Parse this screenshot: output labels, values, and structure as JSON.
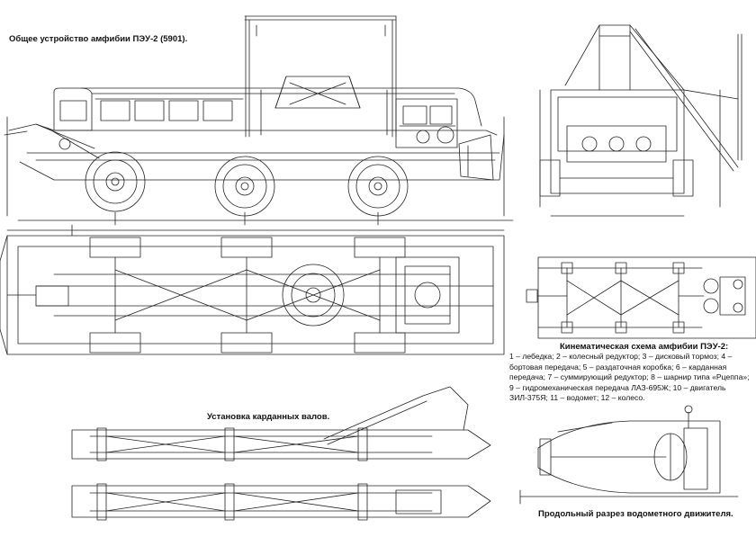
{
  "titles": {
    "general": "Общее устройство амфибии ПЭУ-2 (5901).",
    "kinematic": "Кинематическая схема амфибии ПЭУ-2:",
    "driveshafts": "Установка карданных валов.",
    "waterjet": "Продольный разрез водометного движителя."
  },
  "legend_items": [
    {
      "num": "1",
      "text": "лебедка"
    },
    {
      "num": "2",
      "text": "колесный редуктор"
    },
    {
      "num": "3",
      "text": "дисковый тормоз"
    },
    {
      "num": "4",
      "text": "бортовая передача"
    },
    {
      "num": "5",
      "text": "раздаточная коробка"
    },
    {
      "num": "6",
      "text": "карданная передача"
    },
    {
      "num": "7",
      "text": "суммирующий редуктор"
    },
    {
      "num": "8",
      "text": "шарнир типа «Рцеппа»"
    },
    {
      "num": "9",
      "text": "гидромеханическая передача ЛАЗ-695Ж"
    },
    {
      "num": "10",
      "text": "двигатель ЗИЛ-375Я"
    },
    {
      "num": "11",
      "text": "водомет"
    },
    {
      "num": "12",
      "text": "колесо"
    }
  ],
  "legend_text": "1 – лебедка; 2 – колесный редуктор; 3 – дисковый тормоз; 4 – бортовая передача; 5 – раздаточная коробка; 6 – карданная передача; 7 – суммирующий редуктор; 8 – шарнир типа «Рцеппа»; 9 – гидромеханическая передача ЛАЗ-695Ж; 10 – двигатель ЗИЛ-375Я; 11 – водомет; 12 – колесо.",
  "colors": {
    "line": "#222222",
    "paper": "#ffffff",
    "text": "#111111"
  }
}
